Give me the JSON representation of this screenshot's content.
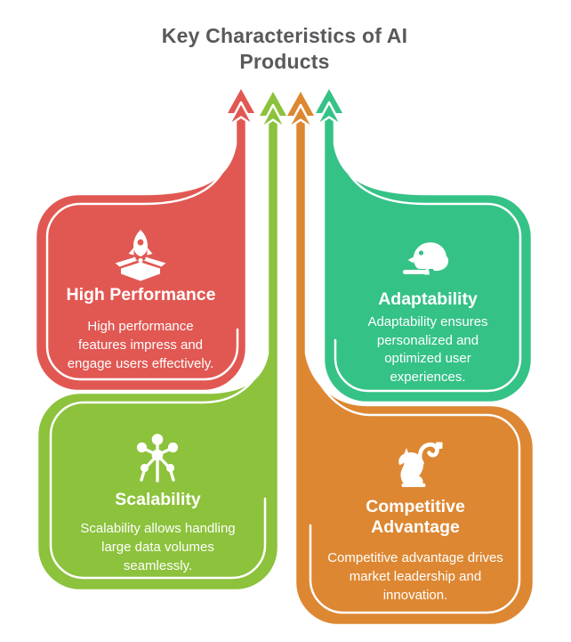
{
  "title": {
    "text": "Key Characteristics of AI Products",
    "color": "#58595B"
  },
  "cards": [
    {
      "key": "high-performance",
      "title": "High Performance",
      "description": "High performance features impress and engage users effectively.",
      "color": "#E15852",
      "icon": "rocket-launch-icon"
    },
    {
      "key": "adaptability",
      "title": "Adaptability",
      "description": "Adaptability ensures personalized and optimized user experiences.",
      "color": "#35C287",
      "icon": "chameleon-icon"
    },
    {
      "key": "scalability",
      "title": "Scalability",
      "description": "Scalability allows handling large data volumes seamlessly.",
      "color": "#8CC23C",
      "icon": "atomium-icon"
    },
    {
      "key": "competitive-advantage",
      "title": "Competitive Advantage",
      "description": "Competitive advantage drives market leadership and innovation.",
      "color": "#DD8732",
      "icon": "knight-strategy-icon"
    }
  ],
  "arrows": [
    {
      "name": "up-arrow-red",
      "color": "#E15852"
    },
    {
      "name": "up-arrow-green",
      "color": "#8CC23C"
    },
    {
      "name": "up-arrow-orange",
      "color": "#DD8732"
    },
    {
      "name": "up-arrow-teal",
      "color": "#35C287"
    }
  ]
}
